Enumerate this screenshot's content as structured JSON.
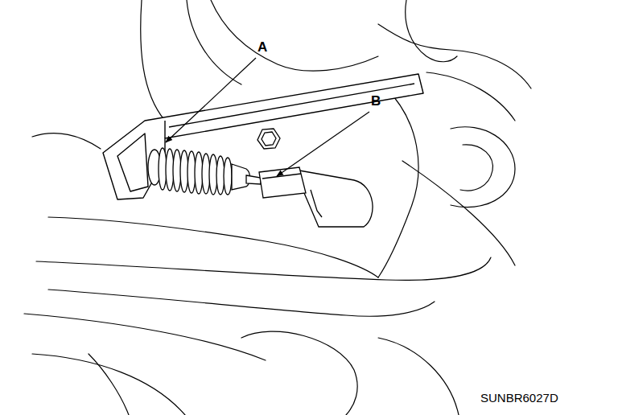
{
  "diagram": {
    "labels": [
      "A",
      "B",
      "SUNBR6027D"
    ]
  }
}
